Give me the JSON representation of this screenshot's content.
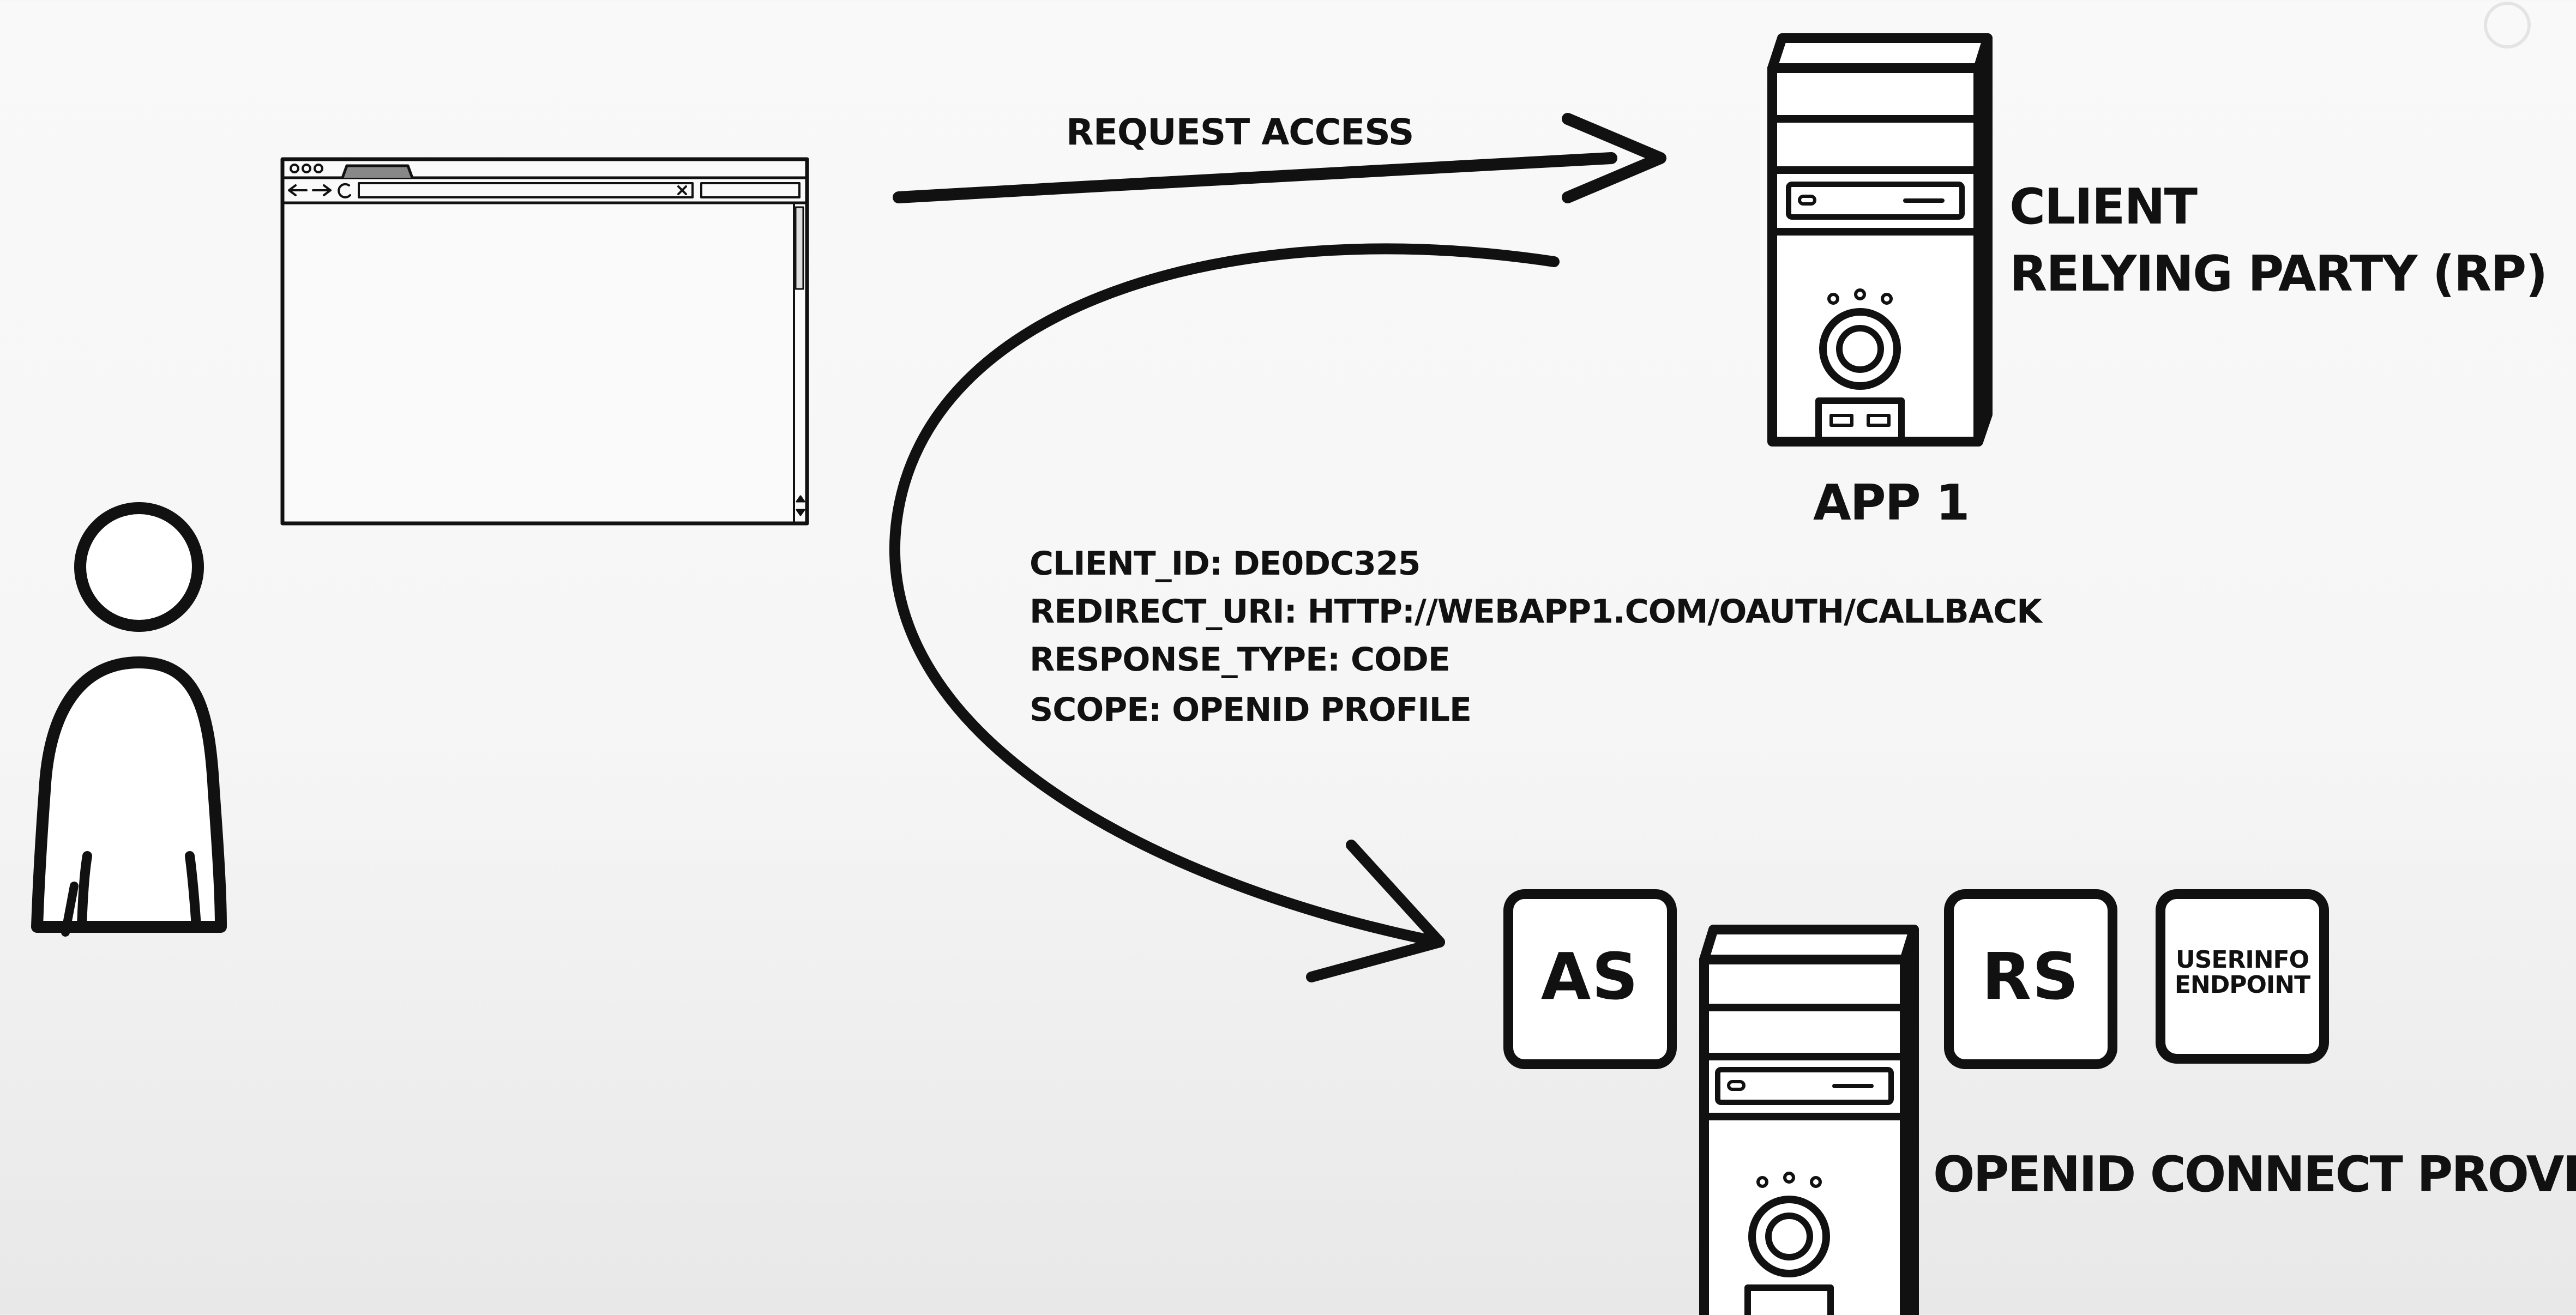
{
  "labels": {
    "request_access": "REQUEST ACCESS",
    "client_title": "CLIENT",
    "client_subtitle": "RELYING PARTY (RP)",
    "app_name": "APP 1",
    "provider_name": "OPENID CONNECT PROVIDER"
  },
  "params": [
    "CLIENT_ID:  DE0DC325",
    "REDIRECT_URI:  HTTP://WEBAPP1.COM/OAUTH/CALLBACK",
    "RESPONSE_TYPE: CODE",
    "SCOPE: OPENID PROFILE"
  ],
  "provider_components": {
    "as": "AS",
    "rs": "RS",
    "userinfo_line1": "USERINFO",
    "userinfo_line2": "ENDPOINT"
  },
  "colors": {
    "ink": "#111111",
    "background": "#f6f6f6"
  }
}
